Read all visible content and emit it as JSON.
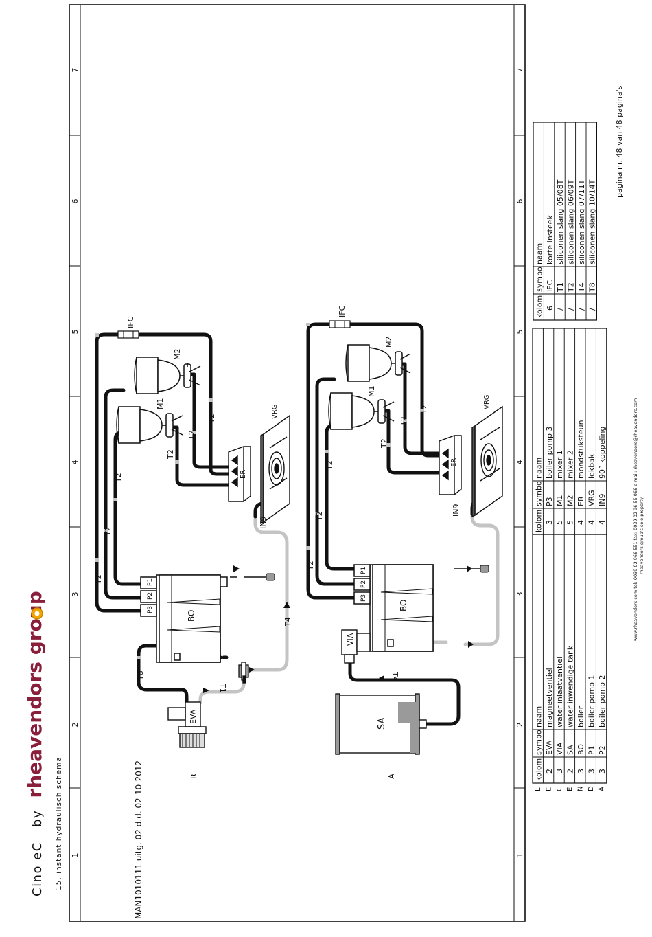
{
  "header": {
    "product": "Cino eC",
    "by": "by",
    "brand": "rheavendors group",
    "brand_color": "#8a1f3c",
    "dot_color": "#f2a500",
    "subtitle": "15. instant hydraulisch schema"
  },
  "footer": {
    "document": "MAN1010111 uitg. 02 d.d. 02-10-2012",
    "page": "pagina nr. 48 van  48 pagina's",
    "contact": "www.rheavendors.com     tel: 0039 02 966 551    fax: 0039 02 96 55 066    e mail: rheavendors@rheavendors.com",
    "property": "rheavendors group's sole property"
  },
  "grid": {
    "columns": [
      "1",
      "2",
      "3",
      "4",
      "5",
      "6",
      "7"
    ],
    "rows": [
      "L",
      "E",
      "G",
      "E",
      "N",
      "D",
      "A"
    ]
  },
  "variants": {
    "r": "R",
    "a": "A"
  },
  "labels": {
    "ifc": "IFC",
    "m1": "M1",
    "m2": "M2",
    "t1": "T1",
    "t2": "T2",
    "t4": "T4",
    "t8": "T8",
    "vrg": "VRG",
    "er": "ER",
    "in9": "IN9",
    "bo": "BO",
    "p1": "P1",
    "p2": "P2",
    "p3": "P3",
    "eva": "EVA",
    "via": "VIA",
    "sa": "SA"
  },
  "legend_headers": {
    "kolom": "kolom",
    "symbo": "symbo",
    "naam": "naam"
  },
  "legend1": [
    {
      "kolom": "2",
      "symbo": "EVA",
      "naam": "magneetventiel"
    },
    {
      "kolom": "3",
      "symbo": "VIA",
      "naam": "water inlaatventiel"
    },
    {
      "kolom": "2",
      "symbo": "SA",
      "naam": "water inwendige tank"
    },
    {
      "kolom": "3",
      "symbo": "BO",
      "naam": "boiler"
    },
    {
      "kolom": "3",
      "symbo": "P1",
      "naam": "boiler pomp 1"
    },
    {
      "kolom": "3",
      "symbo": "P2",
      "naam": "boiler pomp 2"
    }
  ],
  "legend2": [
    {
      "kolom": "3",
      "symbo": "P3",
      "naam": "boiler pomp 3"
    },
    {
      "kolom": "5",
      "symbo": "M1",
      "naam": "mixer 1"
    },
    {
      "kolom": "5",
      "symbo": "M2",
      "naam": "mixer 2"
    },
    {
      "kolom": "4",
      "symbo": "ER",
      "naam": "mondstuksteun"
    },
    {
      "kolom": "4",
      "symbo": "VRG",
      "naam": "lekbak"
    },
    {
      "kolom": "4",
      "symbo": "IN9",
      "naam": "90° koppeling"
    }
  ],
  "legend3": [
    {
      "kolom": "6",
      "symbo": "IFC",
      "naam": "korte insteek"
    },
    {
      "kolom": "/",
      "symbo": "T1",
      "naam": "siliconen slang 05/08T"
    },
    {
      "kolom": "/",
      "symbo": "T2",
      "naam": "siliconen slang 06/09T"
    },
    {
      "kolom": "/",
      "symbo": "T4",
      "naam": "siliconen slang 07/11T"
    },
    {
      "kolom": "/",
      "symbo": "T8",
      "naam": "siliconen slang 10/14T"
    }
  ],
  "colors": {
    "hose": "#111111",
    "hose_light": "#c4c4c4",
    "hose_mid": "#9a9a9a",
    "line": "#111111"
  }
}
